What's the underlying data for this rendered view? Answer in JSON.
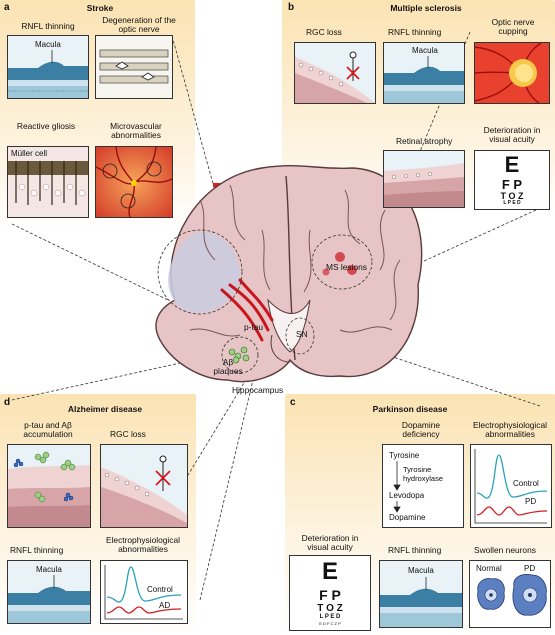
{
  "panels": {
    "a": {
      "letter": "a",
      "title": "Stroke",
      "rnfl": "RNFL thinning",
      "macula": "Macula",
      "degen": "Degeneration of the optic nerve",
      "gliosis": "Reactive gliosis",
      "muller": "Müller cell",
      "micro": "Microvascular abnormalities"
    },
    "b": {
      "letter": "b",
      "title": "Multiple sclerosis",
      "rgc": "RGC loss",
      "rnfl": "RNFL thinning",
      "macula": "Macula",
      "cupping": "Optic nerve cupping",
      "atrophy": "Retinal atrophy",
      "acuity": "Deterioration in visual acuity"
    },
    "brain": {
      "ms": "MS lesions",
      "ptau": "p-tau",
      "abeta": "Aβ plaques",
      "sn": "SN",
      "hippocampus": "Hippocampus"
    },
    "d": {
      "letter": "d",
      "title": "Alzheimer disease",
      "accum": "p-tau and Aβ accumulation",
      "rgc": "RGC loss",
      "rnfl": "RNFL thinning",
      "macula": "Macula",
      "electro": "Electrophysiological abnormalities",
      "control": "Control",
      "ad": "AD"
    },
    "c": {
      "letter": "c",
      "title": "Parkinson disease",
      "dopa_def": "Dopamine deficiency",
      "tyrosine": "Tyrosine",
      "hydroxylase": "Tyrosine hydroxylase",
      "levodopa": "Levodopa",
      "dopamine": "Dopamine",
      "electro": "Electrophysiological abnormalities",
      "control": "Control",
      "pd": "PD",
      "acuity": "Deterioration in visual acuity",
      "rnfl": "RNFL thinning",
      "macula": "Macula",
      "swollen": "Swollen neurons",
      "normal": "Normal",
      "pd2": "PD"
    }
  },
  "eye_chart": {
    "row1": "E",
    "row2": "F P",
    "row3": "T O Z",
    "row4": "L P E D",
    "row5": "E D F C Z P"
  },
  "colors": {
    "quadrant_bg": "#fbe3b3",
    "brain": "#e7c5c6",
    "vessel": "#c9161c",
    "control_trace": "#2aa3b8",
    "disease_trace": "#d42020",
    "retina_blue": "#3b7fa4"
  }
}
